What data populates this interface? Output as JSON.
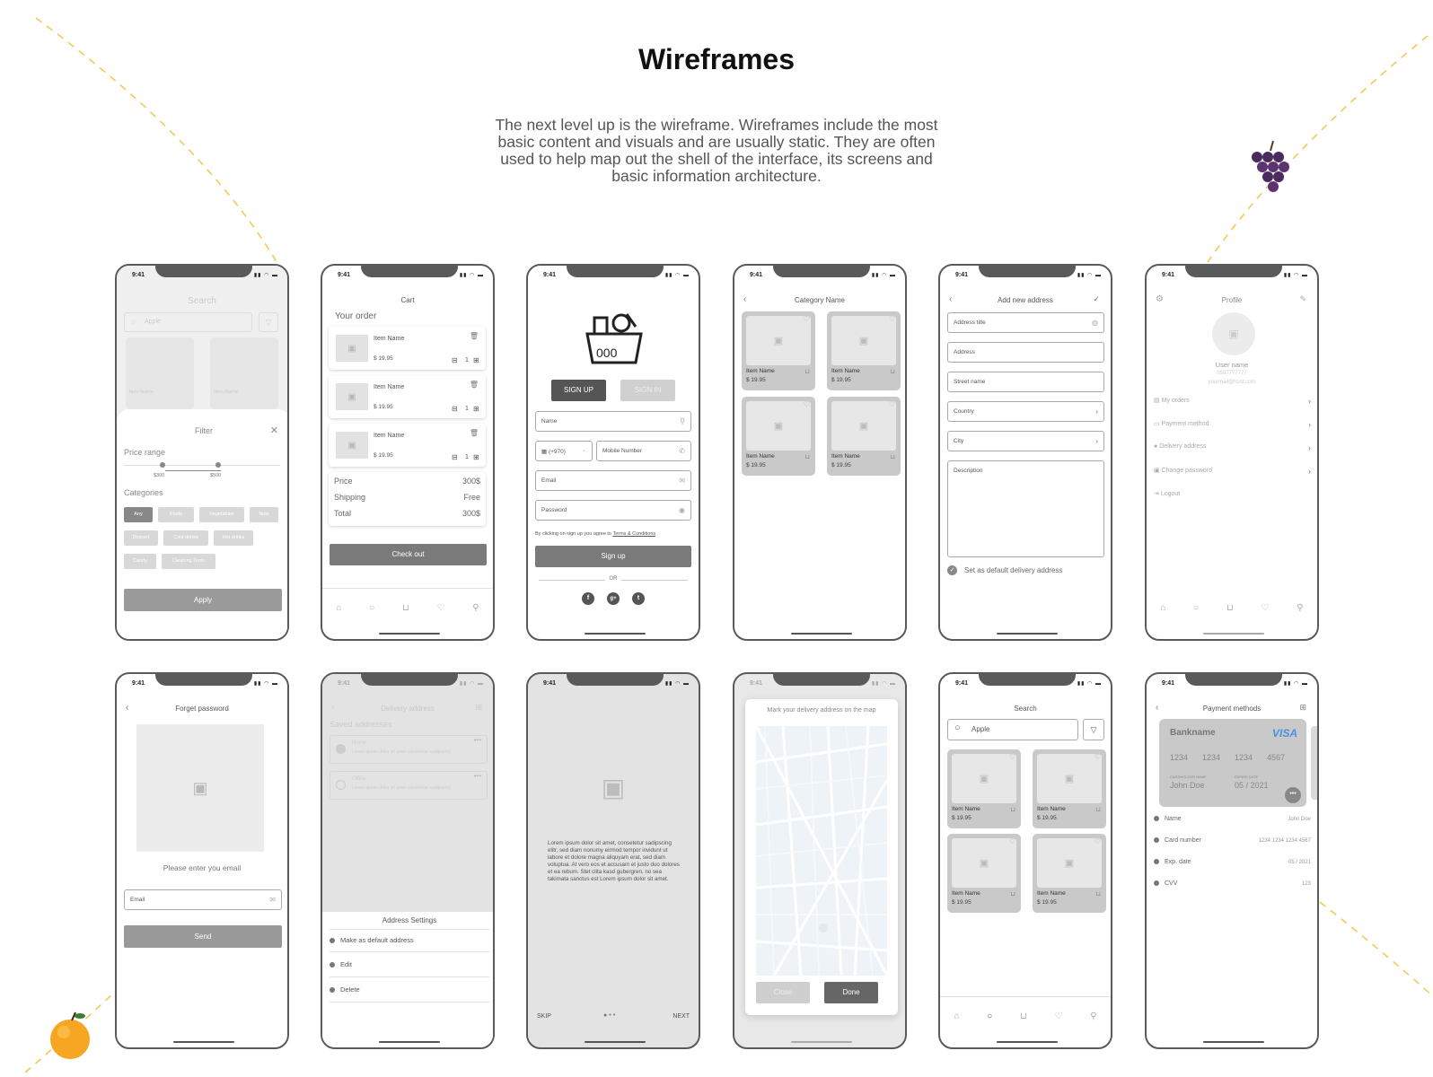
{
  "title": "Wireframes",
  "subtitle": "The next level up is the wireframe. Wireframes include the most basic content and visuals and are usually static. They are often used to help map out the shell of the interface, its screens and basic information architecture.",
  "status_time": "9:41",
  "filter": {
    "search_title": "Search",
    "search_placeholder": "Apple",
    "item_name": "Item Name",
    "item_price": "$ 19.95",
    "title": "Filter",
    "price_range_label": "Price range",
    "min_price": "$300",
    "max_price": "$500",
    "categories_label": "Categories",
    "chips": [
      "Any",
      "Fruits",
      "Vegetables",
      "Nuts",
      "Dessert",
      "Cold drinks",
      "Hot drinks",
      "Candy",
      "Cleaning Tools"
    ],
    "apply_label": "Apply"
  },
  "cart": {
    "title": "Cart",
    "your_order": "Your order",
    "items": [
      {
        "name": "Item Name",
        "price": "$ 19.95",
        "qty": "1"
      },
      {
        "name": "Item Name",
        "price": "$ 19.95",
        "qty": "1"
      },
      {
        "name": "Item Name",
        "price": "$ 19.95",
        "qty": "1"
      }
    ],
    "summary": [
      {
        "label": "Price",
        "value": "300$"
      },
      {
        "label": "Shipping",
        "value": "Free"
      },
      {
        "label": "Total",
        "value": "300$"
      }
    ],
    "checkout_label": "Check out"
  },
  "signup": {
    "signup_tab": "SIGN UP",
    "signin_tab": "SIGN IN",
    "name_placeholder": "Name",
    "country_code": "(+970)",
    "mobile_placeholder": "Mobile Number",
    "email_placeholder": "Email",
    "password_placeholder": "Password",
    "terms_prefix": "By clicking on sign up you agree to",
    "terms_link": "Terms & Conditions",
    "signup_button": "Sign up",
    "or_label": "OR",
    "social": [
      "f",
      "g+",
      "t"
    ]
  },
  "category": {
    "title": "Category Name",
    "items": [
      {
        "name": "Item Name",
        "price": "$ 19.95"
      },
      {
        "name": "Item Name",
        "price": "$ 19.95"
      },
      {
        "name": "Item Name",
        "price": "$ 19.95"
      },
      {
        "name": "Item Name",
        "price": "$ 19.95"
      }
    ]
  },
  "add_address": {
    "title": "Add new address",
    "fields": [
      "Address title",
      "Address",
      "Street name",
      "Country",
      "City"
    ],
    "description_placeholder": "Description",
    "default_label": "Set as default delivery address"
  },
  "profile": {
    "title": "Profile",
    "user_name": "User name",
    "phone": "0597777777",
    "email": "yourmail@host.com",
    "menu": [
      "My orders",
      "Payment method",
      "Delivery address",
      "Change password",
      "Logout"
    ]
  },
  "forget": {
    "title": "Forget password",
    "prompt": "Please enter you email",
    "email_placeholder": "Email",
    "send_label": "Send"
  },
  "delivery": {
    "title": "Delivery address",
    "saved_label": "Saved addresses",
    "addresses": [
      {
        "name": "Home",
        "detail": "Lorem ipsum dolor sit amet consetetur sadipscing"
      },
      {
        "name": "Office",
        "detail": "Lorem ipsum dolor sit amet consetetur sadipscing"
      }
    ],
    "settings_title": "Address Settings",
    "settings": [
      "Make as default address",
      "Edit",
      "Delete"
    ]
  },
  "onboarding": {
    "text": "Lorem ipsum dolor sit amet, consetetur sadipscing elitr, sed diam nonumy eirmod tempor invidunt ut labore et dolore magna aliquyam erat, sed diam voluptua. At vero eos et accusam et justo duo dolores et ea rebum. Stet clita kasd gubergren, no sea takimata sanctus est Lorem ipsum dolor sit amet.",
    "skip": "SKIP",
    "next": "NEXT"
  },
  "map": {
    "title": "Mark your delivery address on the map",
    "close_label": "Close",
    "done_label": "Done"
  },
  "search": {
    "title": "Search",
    "query": "Apple",
    "items": [
      {
        "name": "Item Name",
        "price": "$ 19.95"
      },
      {
        "name": "Item Name",
        "price": "$ 19.95"
      },
      {
        "name": "Item Name",
        "price": "$ 19.95"
      },
      {
        "name": "Item Name",
        "price": "$ 19.95"
      }
    ]
  },
  "payment": {
    "title": "Payment methods",
    "bank_name": "Bankname",
    "brand": "VISA",
    "card_groups": [
      "1234",
      "1234",
      "1234",
      "4567"
    ],
    "holder_caption": "CARDHOLDER NAME",
    "holder": "John Doe",
    "expiry_caption": "EXPIRE DATE",
    "expiry": "05 / 2021",
    "details": [
      {
        "label": "Name",
        "value": "John Doe"
      },
      {
        "label": "Card number",
        "value": "1234 1234 1234 4567"
      },
      {
        "label": "Exp. date",
        "value": "05 / 2021"
      },
      {
        "label": "CVV",
        "value": "123"
      }
    ]
  },
  "colors": {
    "frame": "#5a5a5a",
    "button_dark": "#7a7a7a",
    "accent_line": "#f3c64b",
    "visa": "#4a90e2"
  }
}
